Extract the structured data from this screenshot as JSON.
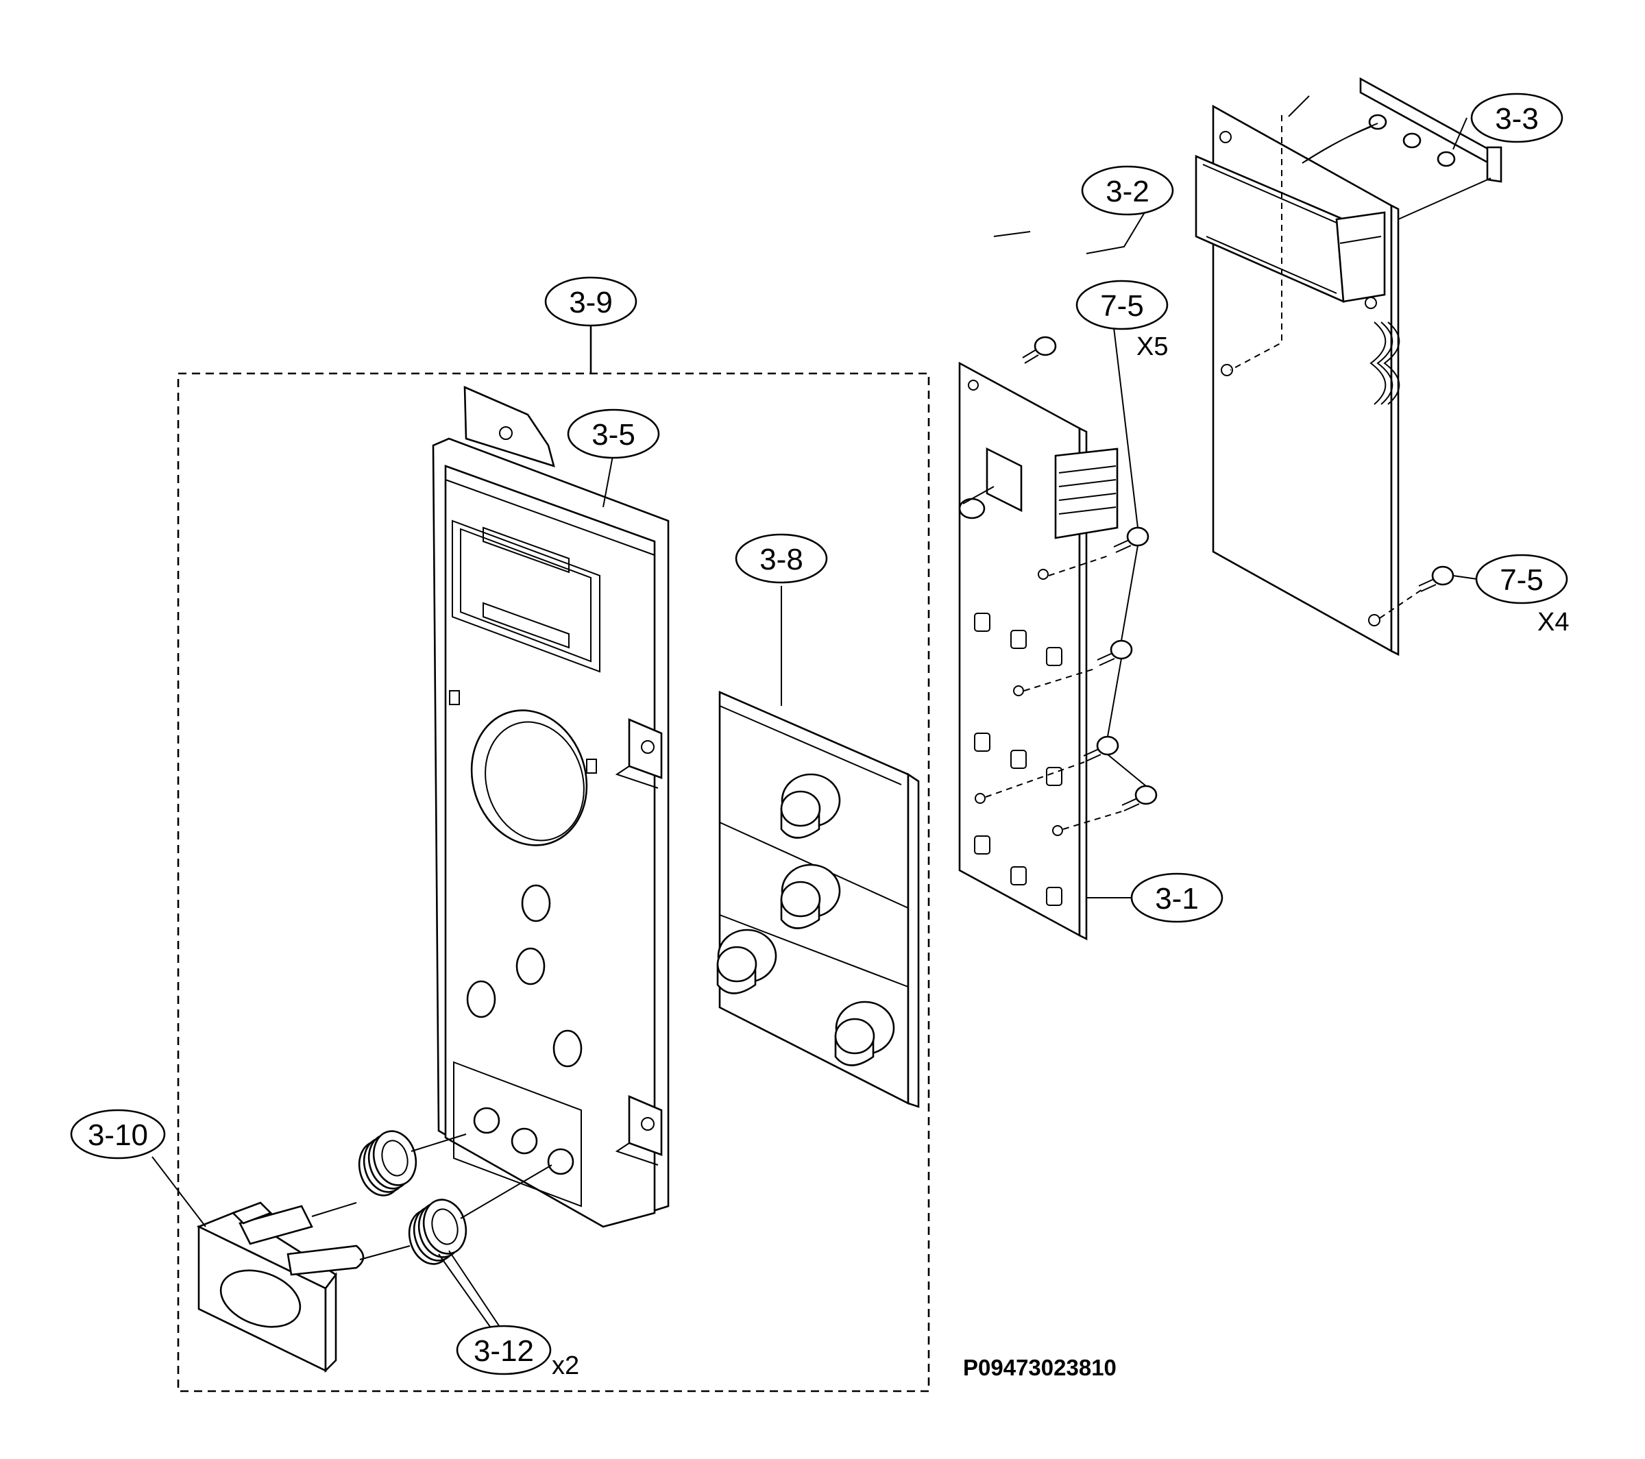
{
  "callouts": [
    {
      "id": "3-1",
      "label": "3-1"
    },
    {
      "id": "3-2",
      "label": "3-2"
    },
    {
      "id": "3-3",
      "label": "3-3"
    },
    {
      "id": "3-5",
      "label": "3-5"
    },
    {
      "id": "3-8",
      "label": "3-8"
    },
    {
      "id": "3-9",
      "label": "3-9"
    },
    {
      "id": "3-10",
      "label": "3-10"
    },
    {
      "id": "3-12",
      "label": "3-12"
    },
    {
      "id": "7-5a",
      "label": "7-5"
    },
    {
      "id": "7-5b",
      "label": "7-5"
    }
  ],
  "quantities": {
    "screws_board": "X5",
    "screws_display": "X4",
    "springs": "x2"
  },
  "drawing_code": "P09473023810"
}
